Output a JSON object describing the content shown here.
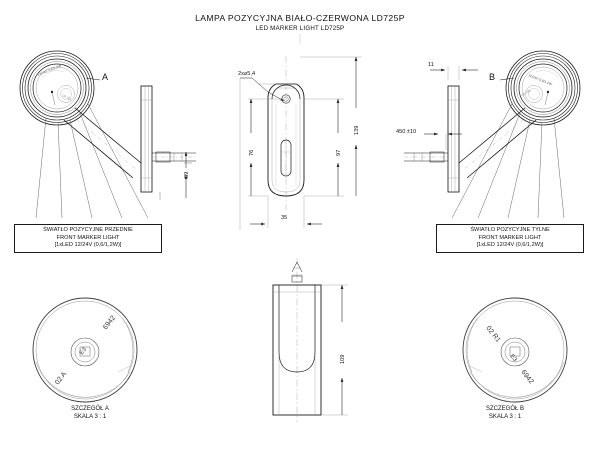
{
  "title": {
    "main": "LAMPA POZYCYJNA BIAŁO-CZERWONA LD725P",
    "sub": "LED MARKER LIGHT LD725P"
  },
  "labels": {
    "left_box": {
      "line1": "ŚWIATŁO POZYCYJNE PRZEDNIE",
      "line2": "FRONT MARKER LIGHT",
      "line3": "[1xLED 12/24V (0,6/1,2W)]"
    },
    "right_box": {
      "line1": "ŚWIATŁO POZYCYJNE TYLNE",
      "line2": "FRONT MARKER LIGHT",
      "line3": "[1xLED 12/24V (0,6/1,2W)]"
    },
    "detail_a": {
      "line1": "SZCZEGÓŁ A",
      "line2": "SKALA 3 : 1"
    },
    "detail_b": {
      "line1": "SZCZEGÓŁ B",
      "line2": "SKALA 3 : 1"
    }
  },
  "callouts": {
    "a": "A",
    "b": "B"
  },
  "dimensions": {
    "holes": "2x⌀5,4",
    "height_76": "76",
    "height_97": "97",
    "height_139": "139",
    "width_35": "35",
    "left_39": "39",
    "right_11": "11",
    "cable_450": "450 ±10",
    "bottom_109": "109"
  },
  "lens_marks": {
    "detail_a_left": "02 A",
    "detail_a_right": "6942",
    "detail_a_center": "E3",
    "detail_b_left": "02 R1",
    "detail_b_right": "6942",
    "detail_b_center": "E3"
  },
  "colors": {
    "line": "#1a1a1a",
    "thin": "#555555",
    "background": "#ffffff"
  }
}
